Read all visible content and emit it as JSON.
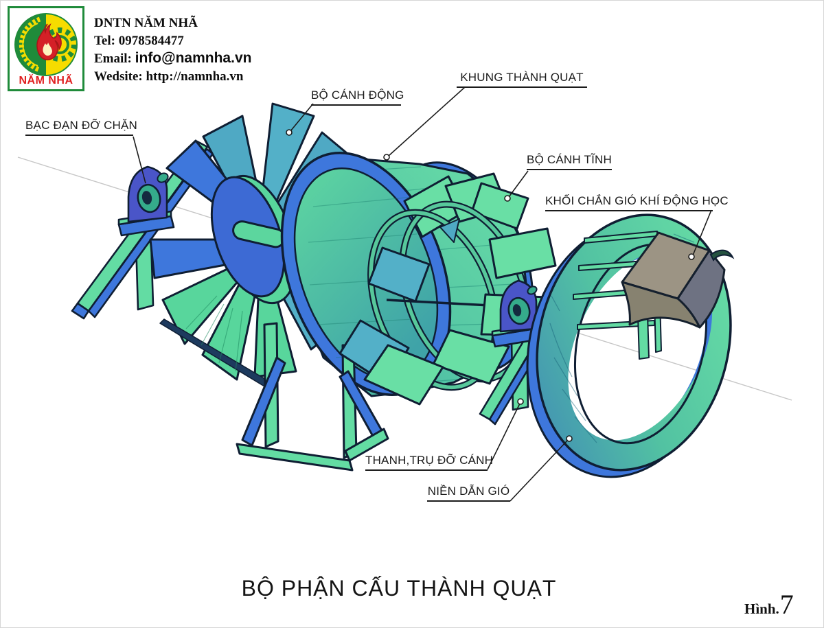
{
  "page": {
    "title_caption": "BỘ PHẬN CẤU THÀNH QUẠT",
    "figure_label": "Hình.",
    "figure_number": "7"
  },
  "header": {
    "logo_text": "NĂM NHÃ",
    "company_name": "DNTN NĂM NHÃ",
    "tel": "Tel: 0978584477",
    "email_label": "Email:",
    "email_value": "info@namnha.vn",
    "website": "Wedsite: http://namnha.vn"
  },
  "labels": {
    "bearing": "BẠC ĐẠN ĐỠ CHẶN",
    "rotor_blades": "BỘ CÁNH ĐỘNG",
    "fan_frame": "KHUNG THÀNH QUẠT",
    "stator_blades": "BỘ CÁNH TĨNH",
    "wind_block": "KHỐI CHẮN GIÓ KHÍ ĐỘNG HỌC",
    "blade_support": "THANH,TRỤ ĐỠ CÁNH",
    "wind_ring": "NIỀN DẪN GIÓ"
  },
  "colors": {
    "part_green": "#63dca3",
    "part_teal": "#4fa9c4",
    "part_blue": "#3e77dc",
    "outline": "#0f1e33",
    "gray_block": "#9c9484",
    "logo_green": "#1f8b3a",
    "logo_yellow": "#f6dc00",
    "logo_red": "#e01f1f",
    "label_ink": "#1b1b1b"
  }
}
